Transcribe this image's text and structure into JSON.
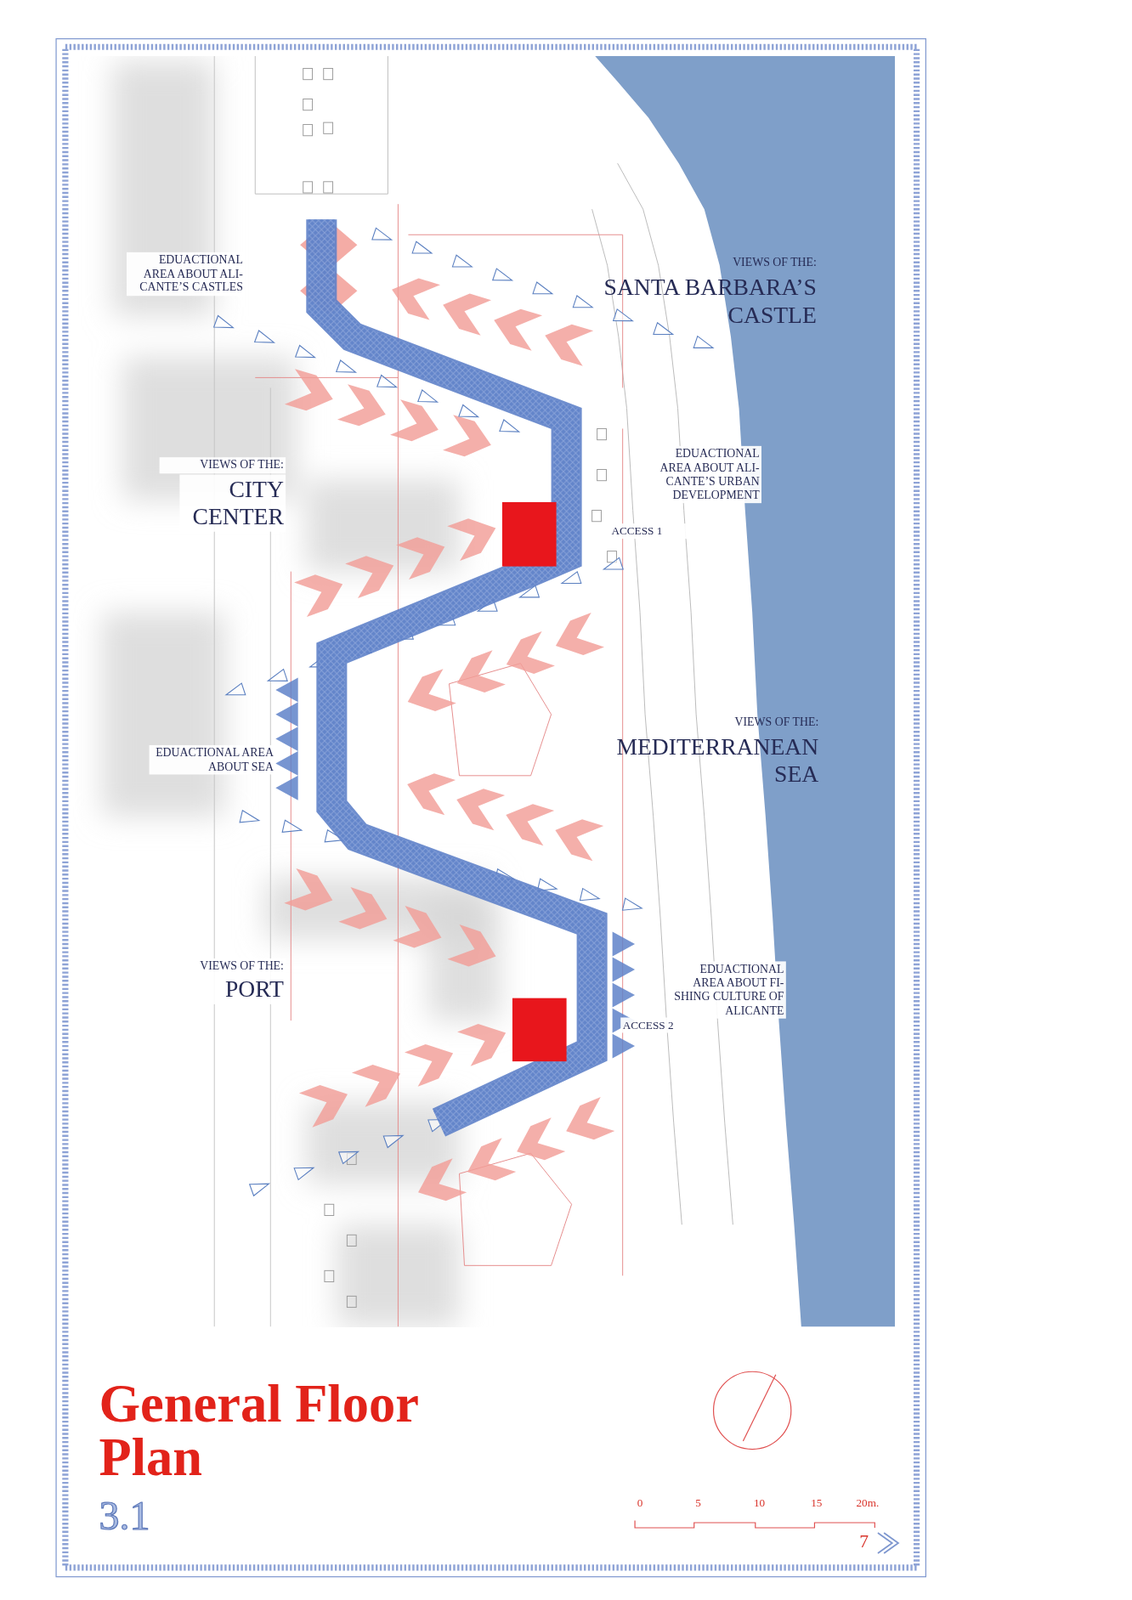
{
  "diagram": {
    "title": "General Floor Plan",
    "labels": [
      "EDUACTIONAL AREA ABOUT ALI- CANTE’S CASTLES",
      "VIEWS OF THE:",
      "SANTA BARBARA’S CASTLE",
      "VIEWS OF THE:",
      "CITY CENTER",
      "EDUACTIONAL AREA ABOUT ALI- CANTE’S URBAN DEVELOPMENT",
      "ACCESS 1",
      "VIEWS OF THE:",
      "MEDITERRANEAN SEA",
      "EDUACTIONAL AREA ABOUT SEA",
      "VIEWS OF THE:",
      "PORT",
      "EDUACTIONAL AREA ABOUT FI- SHING CULTURE OF ALICANTE",
      "ACCESS 2",
      "3.1",
      "0",
      "5",
      "10",
      "15",
      "20m.",
      "7"
    ]
  }
}
